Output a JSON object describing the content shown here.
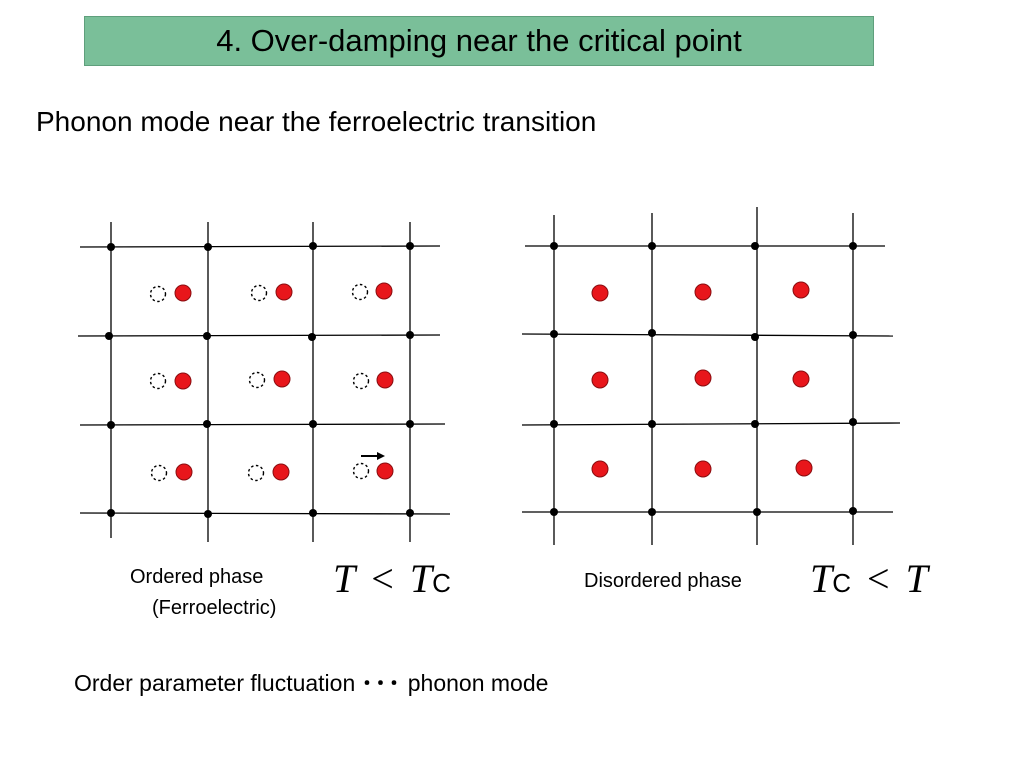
{
  "title": "4. Over-damping near the critical point",
  "subtitle": "Phonon mode near the ferroelectric transition",
  "ordered": {
    "caption_line1": "Ordered phase",
    "caption_line2": "(Ferroelectric)",
    "math_left": "T",
    "math_rel": "<",
    "math_right": "T",
    "math_right_sub": "C"
  },
  "disordered": {
    "caption": "Disordered phase",
    "math_left": "T",
    "math_left_sub": "C",
    "math_rel": "<",
    "math_right": "T"
  },
  "footer": {
    "left": "Order parameter fluctuation",
    "dots": "･･･",
    "right": "phonon mode"
  },
  "colors": {
    "title_bg": "#7abf99",
    "atom": "#e8161b",
    "lattice": "#000000"
  }
}
